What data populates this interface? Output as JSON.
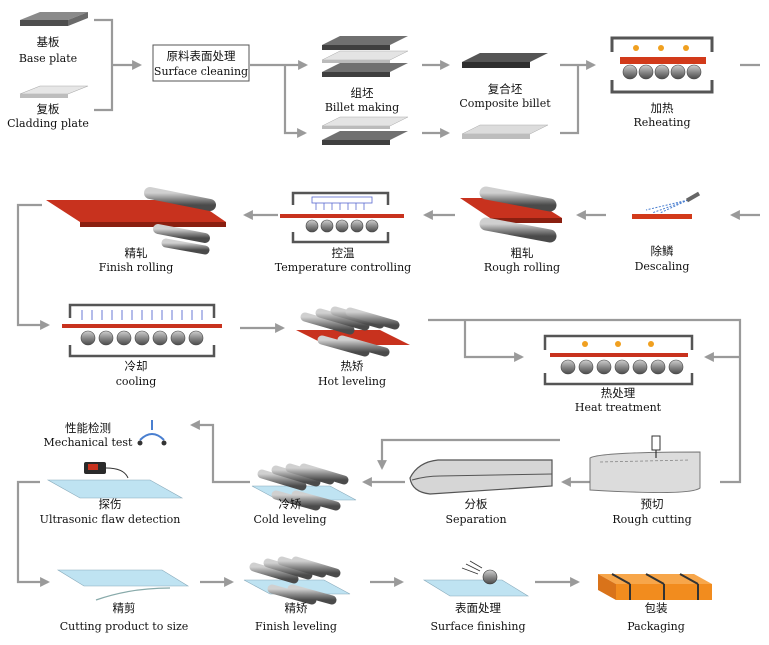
{
  "nodes": {
    "base_plate": {
      "cn": "基板",
      "en": "Base plate"
    },
    "cladding_plate": {
      "cn": "复板",
      "en": "Cladding plate"
    },
    "surface_cleaning": {
      "cn": "原料表面处理",
      "en": "Surface cleaning"
    },
    "billet_making": {
      "cn": "组坯",
      "en": "Billet making"
    },
    "composite_billet": {
      "cn": "复合坯",
      "en": "Composite billet"
    },
    "reheating": {
      "cn": "加热",
      "en": "Reheating"
    },
    "descaling": {
      "cn": "除鳞",
      "en": "Descaling"
    },
    "rough_rolling": {
      "cn": "粗轧",
      "en": "Rough rolling"
    },
    "temperature_controlling": {
      "cn": "控温",
      "en": "Temperature controlling"
    },
    "finish_rolling": {
      "cn": "精轧",
      "en": "Finish rolling"
    },
    "cooling": {
      "cn": "冷却",
      "en": "cooling"
    },
    "hot_leveling": {
      "cn": "热矫",
      "en": "Hot leveling"
    },
    "heat_treatment": {
      "cn": "热处理",
      "en": "Heat treatment"
    },
    "rough_cutting": {
      "cn": "预切",
      "en": "Rough cutting"
    },
    "separation": {
      "cn": "分板",
      "en": "Separation"
    },
    "cold_leveling": {
      "cn": "冷矫",
      "en": "Cold leveling"
    },
    "ultrasonic": {
      "cn": "探伤",
      "en": "Ultrasonic flaw detection"
    },
    "mechanical_test": {
      "cn": "性能检测",
      "en": "Mechanical test"
    },
    "cutting_to_size": {
      "cn": "精剪",
      "en": "Cutting product to size"
    },
    "finish_leveling": {
      "cn": "精矫",
      "en": "Finish leveling"
    },
    "surface_finishing": {
      "cn": "表面处理",
      "en": "Surface finishing"
    },
    "packaging": {
      "cn": "包装",
      "en": "Packaging"
    }
  },
  "colors": {
    "arrow": "#9a9a9a",
    "steel_dark": "#555555",
    "steel_light": "#cfcfcf",
    "hot_plate": "#c8321e",
    "roller": "#8a8a8a",
    "plate_blue": "#bfe3f2",
    "package_orange": "#f28c1e"
  }
}
